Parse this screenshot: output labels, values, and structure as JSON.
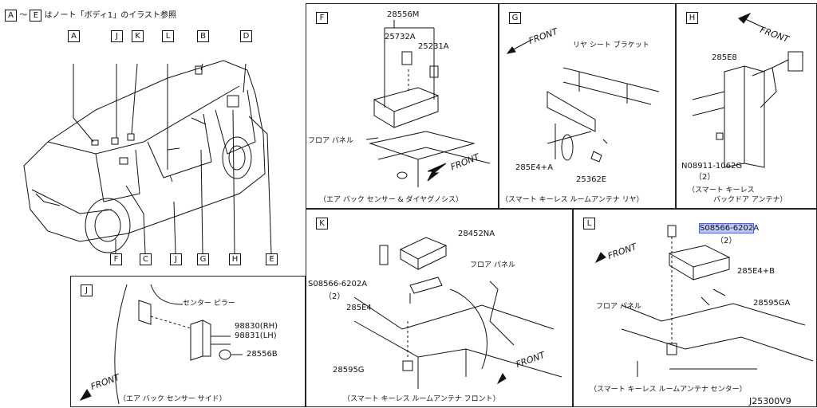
{
  "intro": {
    "box_a": "A",
    "tilde": "〜",
    "box_e": "E",
    "text": "はノート「ボディ1」のイラスト参照"
  },
  "overview": {
    "top_tags": [
      "A",
      "J",
      "K",
      "L",
      "B",
      "D"
    ],
    "bottom_tags": [
      "F",
      "C",
      "J",
      "G",
      "H",
      "E"
    ]
  },
  "panel_f": {
    "tag": "F",
    "parts": [
      "28556M",
      "25732A",
      "25231A"
    ],
    "floor": "フロア パネル",
    "front": "FRONT",
    "caption": "（エア バック センサー & ダイヤグノシス）"
  },
  "panel_g": {
    "tag": "G",
    "front": "FRONT",
    "bracket": "リヤ シート ブラケット",
    "parts": [
      "285E4+A",
      "25362E"
    ],
    "caption": "（スマート キーレス ルームアンテナ リヤ）"
  },
  "panel_h": {
    "tag": "H",
    "front": "FRONT",
    "part": "285E8",
    "nut": "N08911-1062G",
    "qty": "（2）",
    "caption1": "（スマート キーレス",
    "caption2": "バックドア アンテナ）"
  },
  "panel_j": {
    "tag": "J",
    "pillar": "センター ピラー",
    "parts": [
      "98830(RH)",
      "98831(LH)",
      "28556B"
    ],
    "front": "FRONT",
    "caption": "（エア バック センサー サイド）"
  },
  "panel_k": {
    "tag": "K",
    "parts": [
      "28452NA",
      "285E4",
      "28595G"
    ],
    "bolt": "S08566-6202A",
    "qty": "（2）",
    "floor": "フロア パネル",
    "front": "FRONT",
    "caption": "（スマート キーレス ルームアンテナ フロント）"
  },
  "panel_l": {
    "tag": "L",
    "bolt_hl": "S08566-6202",
    "bolt_tail": "A",
    "qty": "（2）",
    "parts": [
      "285E4+B",
      "28595GA"
    ],
    "floor": "フロア パネル",
    "front": "FRONT",
    "caption": "（スマート キーレス ルームアンテナ センター）"
  },
  "footer": {
    "code": "J25300V9"
  }
}
